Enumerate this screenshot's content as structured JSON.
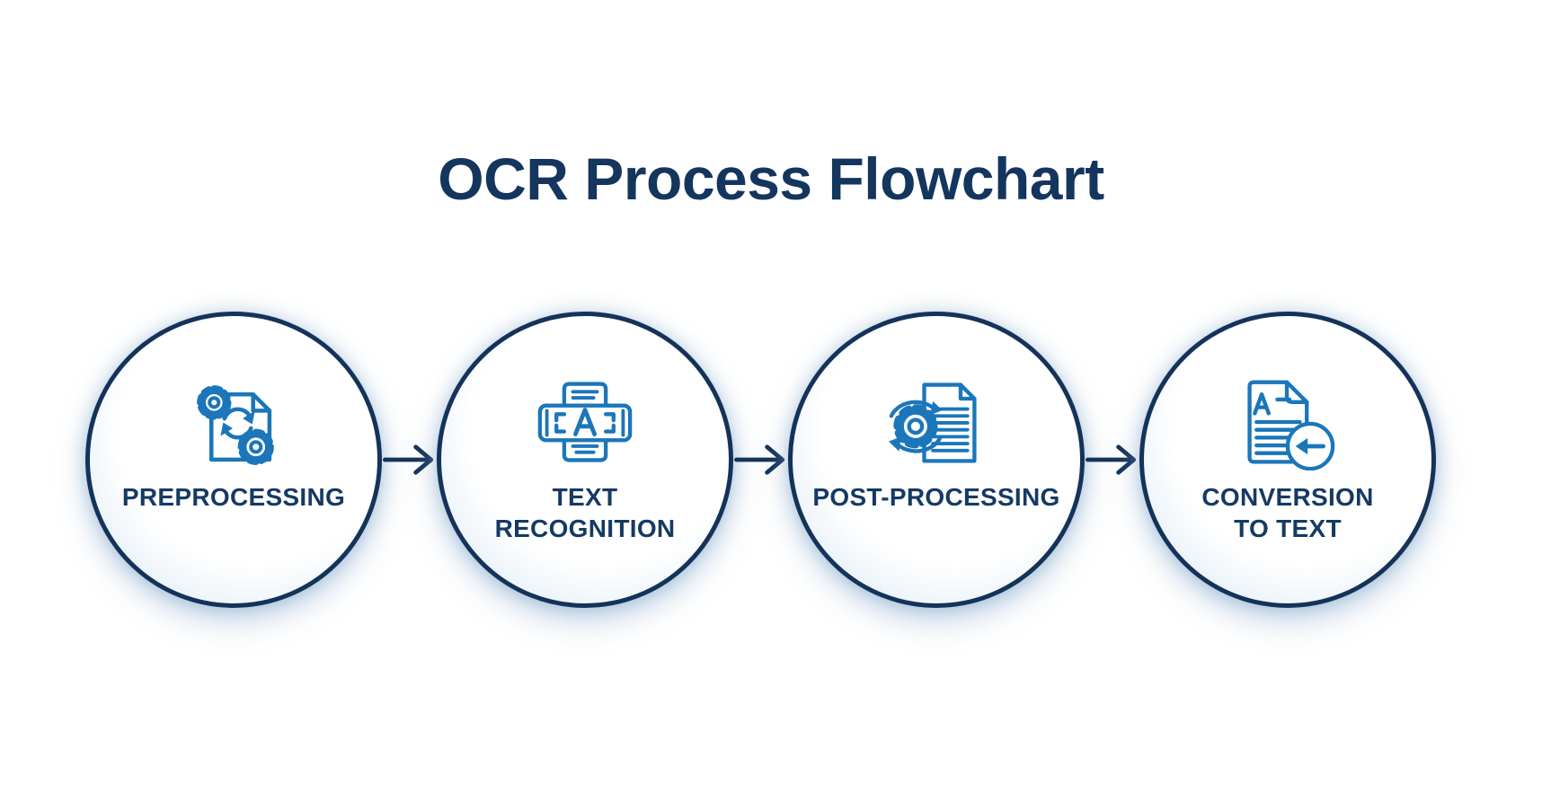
{
  "title": "OCR Process Flowchart",
  "colors": {
    "title_navy": "#14355E",
    "ring_navy": "#14335A",
    "label_navy": "#153A63",
    "icon_blue": "#1B76BA",
    "glow_blue": "#D3E5F2",
    "background": "#FFFFFF"
  },
  "steps": [
    {
      "label": "PREPROCESSING",
      "icon": "document-sync-gears-icon"
    },
    {
      "label": "TEXT RECOGNITION",
      "icon": "scan-letter-icon"
    },
    {
      "label": "POST-PROCESSING",
      "icon": "document-gear-refresh-icon"
    },
    {
      "label": "CONVERSION TO TEXT",
      "icon": "document-export-arrow-icon"
    }
  ],
  "connectors": {
    "style": "right-arrow",
    "count": 3
  }
}
